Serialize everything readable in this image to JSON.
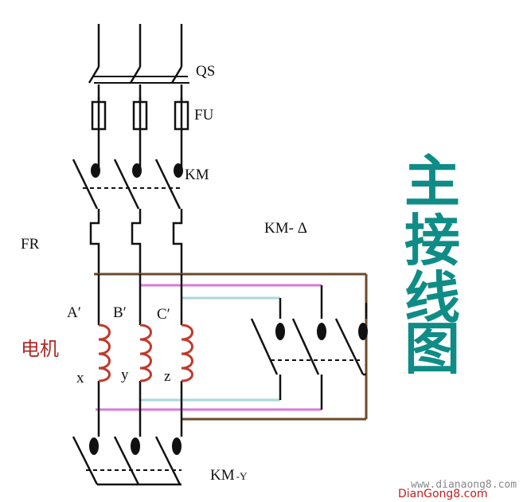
{
  "labels": {
    "qs": "QS",
    "fu": "FU",
    "km": "KM",
    "fr": "FR",
    "km_delta": "KM- Δ",
    "a_prime": "A′",
    "b_prime": "B′",
    "c_prime": "C′",
    "x": "x",
    "y": "y",
    "z": "z",
    "km_y_main": "KM",
    "km_y_sub": "-Y",
    "motor": "电机"
  },
  "title": [
    "主",
    "接",
    "线",
    "图"
  ],
  "watermark": {
    "top": "www.dianaong8.com",
    "bottom": "DianGong8.com"
  },
  "colors": {
    "wire": "#111111",
    "coil": "#c0392b",
    "motor_label": "#b02a2a",
    "title": "#0f8c86",
    "brown_bus": "#6b4a2a",
    "pink_bus": "#d87ad8",
    "cyan_bus": "#a8d8dc",
    "watermark": "#c02020"
  }
}
